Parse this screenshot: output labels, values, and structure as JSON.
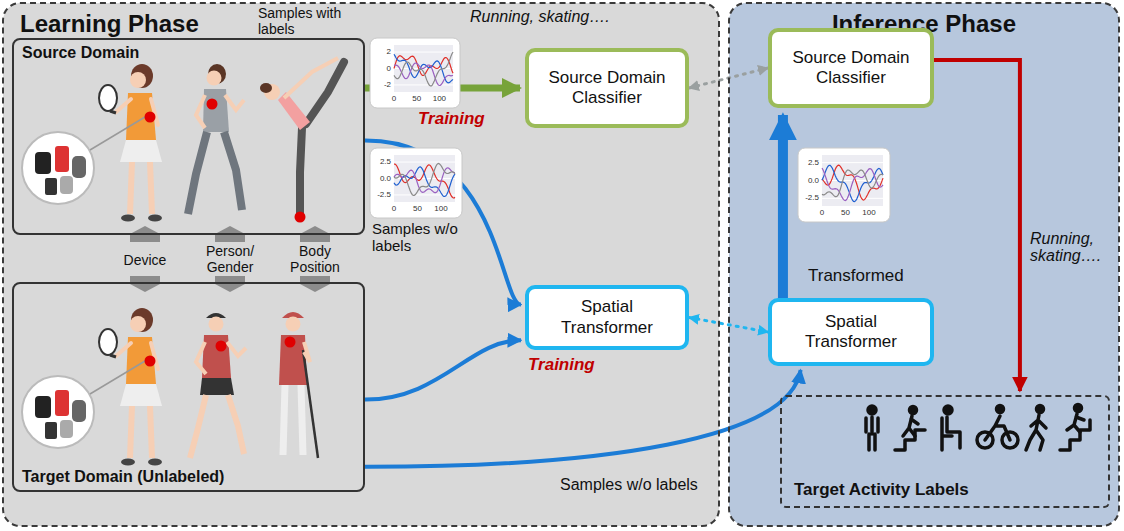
{
  "diagram": {
    "nodes": [
      {
        "text": [
          "Learning  Phase"
        ]
      },
      {
        "text": [
          "Source Domain"
        ],
        "in": 0
      },
      {
        "text": [
          "Target Domain (Unlabeled)"
        ],
        "in": 0
      },
      {
        "text": [
          "Source Domain Classifier"
        ],
        "in": 0
      },
      {
        "text": [
          "Spatial Transformer"
        ],
        "in": 0
      },
      {
        "text": [
          "Inference  Phase"
        ]
      },
      {
        "text": [
          "Source Domain Classifier"
        ],
        "in": 5
      },
      {
        "text": [
          "Spatial Transformer"
        ],
        "in": 5
      },
      {
        "text": [
          "Target Activity Labels"
        ],
        "in": 5
      }
    ],
    "edges": [
      {
        "from": 1,
        "to": 3,
        "arrow": "to"
      },
      {
        "from": 1,
        "to": 4,
        "arrow": "to"
      },
      {
        "from": 2,
        "to": 4,
        "arrow": "to"
      },
      {
        "from": 3,
        "to": 6,
        "arrow": "both"
      },
      {
        "from": 4,
        "to": 7,
        "arrow": "both"
      },
      {
        "from": 2,
        "to": 7,
        "arrow": "to"
      },
      {
        "from": 7,
        "to": 6,
        "arrow": "to"
      },
      {
        "from": 6,
        "to": 8,
        "arrow": "to"
      }
    ],
    "labels": [
      "Samples with labels",
      "Running, skating….",
      "Training",
      "Device",
      "Person/ Gender",
      "Body Position",
      "Samples w/o labels",
      "Training",
      "Transformed",
      "Running, skating….",
      "Samples w/o labels",
      "2",
      "0",
      "-2",
      "0",
      "50",
      "100",
      "2.5",
      "0.0",
      "-2.5",
      "0",
      "50",
      "100",
      "2.5",
      "0.0",
      "-2.5",
      "0",
      "50",
      "100"
    ]
  }
}
